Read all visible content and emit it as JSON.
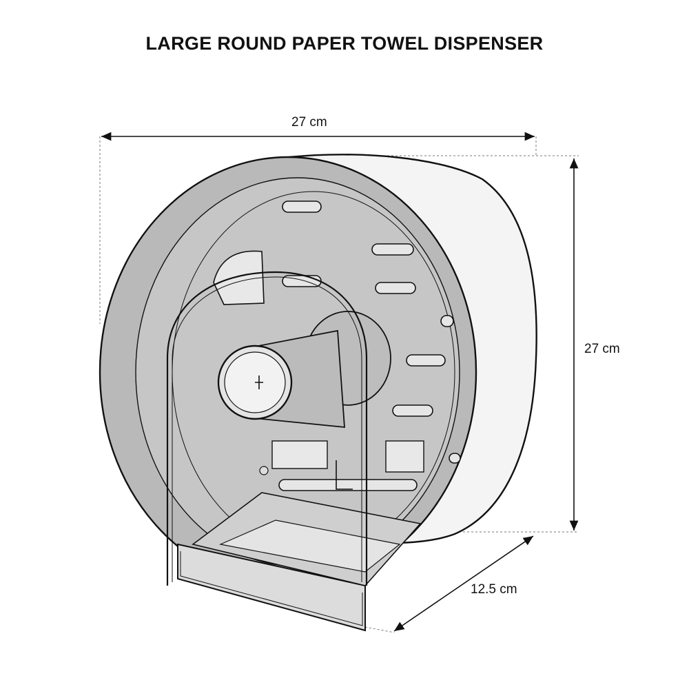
{
  "title": "LARGE ROUND PAPER TOWEL DISPENSER",
  "dimensions": {
    "width": "27 cm",
    "height": "27 cm",
    "depth": "12.5 cm"
  },
  "colors": {
    "line": "#111111",
    "body_fill": "#b9b9b9",
    "inner_fill": "#cfcfcf",
    "rim_fill": "#f4f4f4"
  }
}
